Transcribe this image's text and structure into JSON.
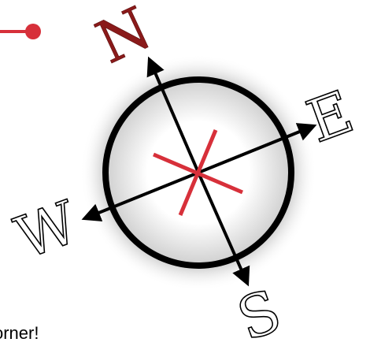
{
  "compass": {
    "north_label": "N",
    "east_label": "E",
    "south_label": "S",
    "west_label": "W"
  },
  "caption": {
    "text": "orner!"
  },
  "colors": {
    "accent_red": "#d7303a",
    "north_letter": "#8a1a1a",
    "stroke_black": "#000000",
    "background": "#ffffff"
  }
}
